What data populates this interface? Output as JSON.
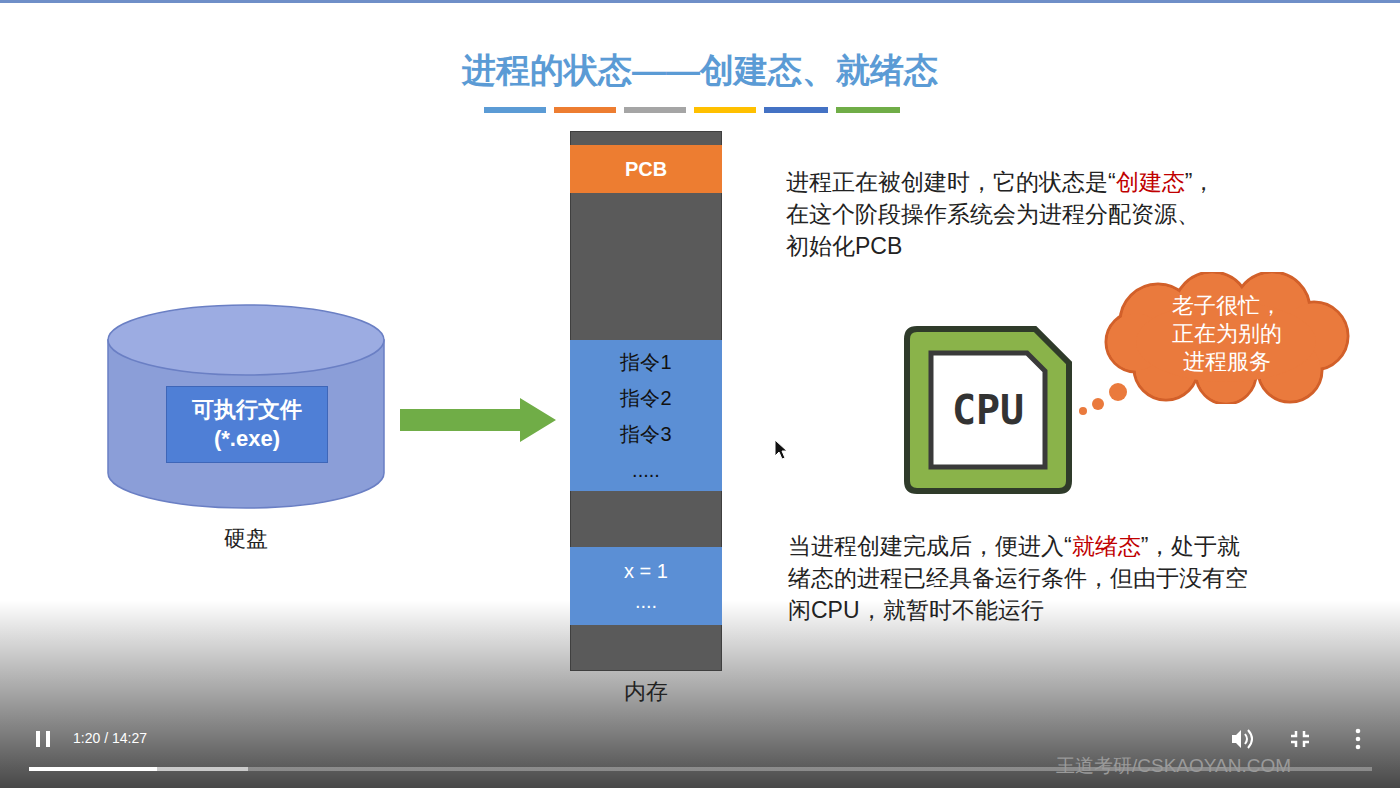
{
  "diagram": {
    "title": "进程的状态——创建态、就绪态",
    "nodes": [
      {
        "text": [
          "硬盘"
        ]
      },
      {
        "text": [
          "可执行文件 (*.exe)"
        ],
        "in": 0
      },
      {
        "text": [
          "内存"
        ]
      },
      {
        "text": [
          "PCB"
        ],
        "in": 2
      },
      {
        "text": [
          "指令1 指令2 指令3 ....."
        ],
        "in": 2
      },
      {
        "text": [
          "x = 1 ...."
        ],
        "in": 2
      },
      {
        "text": [
          "CPU"
        ]
      },
      {
        "text": [
          "老子很忙， 正在为别的 进程服务"
        ]
      }
    ],
    "edges": [
      {
        "from": 0,
        "to": 2,
        "arrow": "to"
      }
    ],
    "labels": [
      "进程正在被创建时，它的状态是“",
      "创建态",
      "”，在这个阶段操作系统会为进程分配资源、初始化PCB",
      "当进程创建完成后，便进入“",
      "就绪态",
      "”，处于就绪态的进程已经具备运行条件，但由于没有空闲CPU，就暂时不能运行",
      "1:20 / 14:27",
      "王道考研/CSKAOYAN.COM"
    ]
  }
}
